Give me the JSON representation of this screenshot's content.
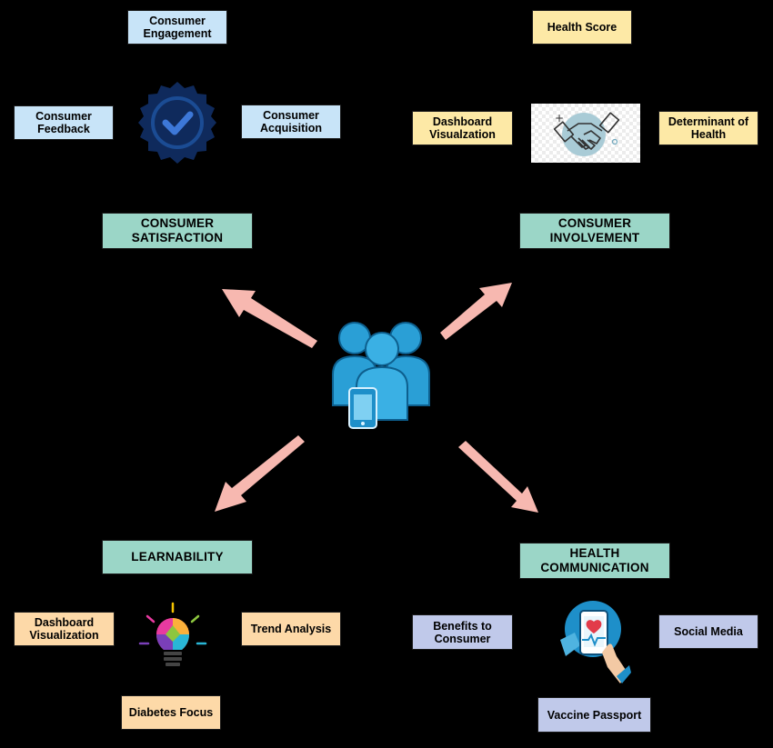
{
  "colors": {
    "background": "#000000",
    "arrow": "#f7b8b0",
    "category_box": "#9bd6c7",
    "satisfaction_box": "#c8e4f8",
    "involvement_box": "#fde9a6",
    "learnability_box": "#fdd9a8",
    "communication_box": "#c0c9ea",
    "icon_blue": "#1e8fc9",
    "badge_navy": "#0f2a5c"
  },
  "center": {
    "icon": "users-with-phone-icon"
  },
  "satisfaction": {
    "title": "CONSUMER SATISFACTION",
    "icon": "verified-badge-icon",
    "items": {
      "engagement": "Consumer Engagement",
      "feedback": "Consumer Feedback",
      "acquisition": "Consumer Acquisition"
    }
  },
  "involvement": {
    "title": "CONSUMER INVOLVEMENT",
    "icon": "handshake-icon",
    "items": {
      "health_score": "Health Score",
      "dashboard": "Dashboard Visualzation",
      "determinant": "Determinant of Health"
    }
  },
  "learnability": {
    "title": "LEARNABILITY",
    "icon": "lightbulb-icon",
    "items": {
      "dashboard": "Dashboard Visualization",
      "trend": "Trend Analysis",
      "diabetes": "Diabetes Focus"
    }
  },
  "communication": {
    "title": "HEALTH COMMUNICATION",
    "icon": "health-app-phone-icon",
    "items": {
      "benefits": "Benefits to Consumer",
      "social": "Social Media",
      "vaccine": "Vaccine Passport"
    }
  }
}
